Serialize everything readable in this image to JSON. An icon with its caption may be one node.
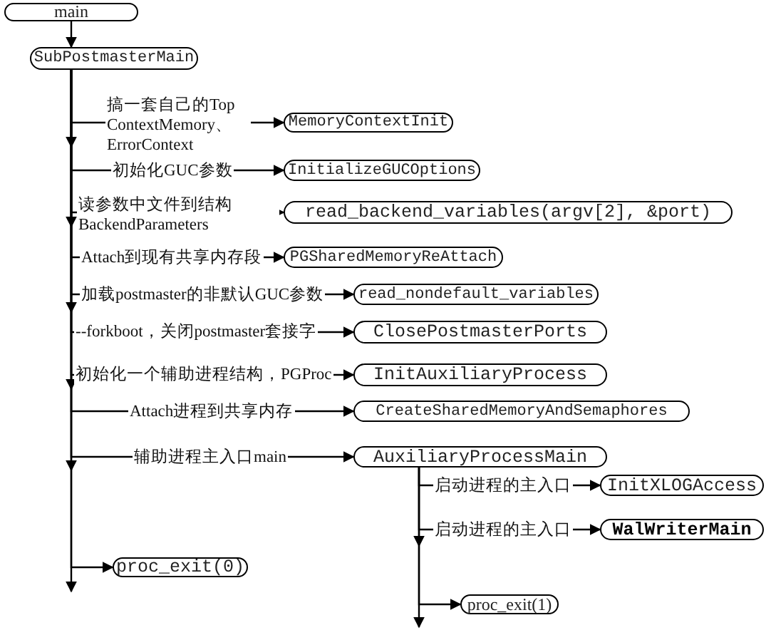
{
  "diagram": {
    "nodes": [
      {
        "text": [
          "main"
        ]
      },
      {
        "text": [
          "SubPostmasterMain"
        ]
      },
      {
        "text": [
          "MemoryContextInit"
        ]
      },
      {
        "text": [
          "InitializeGUCOptions"
        ]
      },
      {
        "text": [
          "read_backend_variables(argv[2], &port)"
        ]
      },
      {
        "text": [
          "PGSharedMemoryReAttach"
        ]
      },
      {
        "text": [
          "read_nondefault_variables"
        ]
      },
      {
        "text": [
          "ClosePostmasterPorts"
        ]
      },
      {
        "text": [
          "InitAuxiliaryProcess"
        ]
      },
      {
        "text": [
          "CreateSharedMemoryAndSemaphores"
        ]
      },
      {
        "text": [
          "AuxiliaryProcessMain"
        ]
      },
      {
        "text": [
          "InitXLOGAccess"
        ]
      },
      {
        "text": [
          "WalWriterMain"
        ]
      },
      {
        "text": [
          "proc_exit(0)"
        ]
      },
      {
        "text": [
          "proc_exit(1)"
        ]
      }
    ],
    "edges": [
      {
        "from": 0,
        "to": 1,
        "arrow": "to"
      },
      {
        "from": 1,
        "to": null,
        "arrow": "to"
      },
      {
        "from": 1,
        "to": 2,
        "arrow": "to",
        "label": "搞一套自己的Top ContextMemory、ErrorContext"
      },
      {
        "from": 1,
        "to": 3,
        "arrow": "to",
        "label": "初始化GUC参数"
      },
      {
        "from": 1,
        "to": 4,
        "arrow": "to",
        "label": "读参数中文件到结构 BackendParameters"
      },
      {
        "from": 1,
        "to": 5,
        "arrow": "to",
        "label": "Attach到现有共享内存段"
      },
      {
        "from": 1,
        "to": 6,
        "arrow": "to",
        "label": "加载postmaster的非默认GUC参数"
      },
      {
        "from": 1,
        "to": 7,
        "arrow": "to",
        "label": "--forkboot，关闭postmaster套接字"
      },
      {
        "from": 1,
        "to": 8,
        "arrow": "to",
        "label": "初始化一个辅助进程结构，PGProc"
      },
      {
        "from": 1,
        "to": 9,
        "arrow": "to",
        "label": "Attach进程到共享内存"
      },
      {
        "from": 1,
        "to": 10,
        "arrow": "to",
        "label": "辅助进程主入口main"
      },
      {
        "from": 1,
        "to": 13,
        "arrow": "to"
      },
      {
        "from": 10,
        "to": null,
        "arrow": "to"
      },
      {
        "from": 10,
        "to": 11,
        "arrow": "to",
        "label": "启动进程的主入口"
      },
      {
        "from": 10,
        "to": 12,
        "arrow": "to",
        "label": "启动进程的主入口"
      },
      {
        "from": 10,
        "to": 14,
        "arrow": "to"
      }
    ]
  }
}
